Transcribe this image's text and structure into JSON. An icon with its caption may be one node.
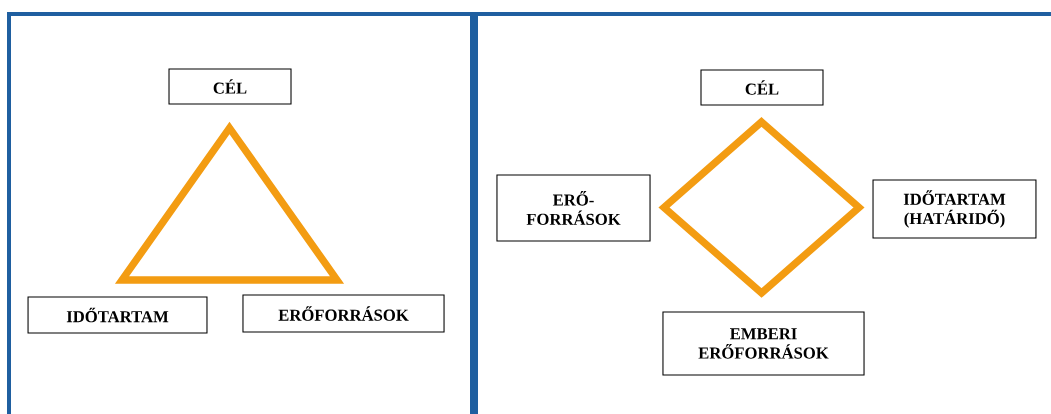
{
  "diagram": {
    "nodes": [
      {
        "text": [
          "CÉL"
        ]
      },
      {
        "text": [],
        "shape": "triangle"
      },
      {
        "text": [
          "IDŐTARTAM"
        ]
      },
      {
        "text": [
          "ERŐFORRÁSOK"
        ]
      },
      {
        "text": [
          "CÉL"
        ]
      },
      {
        "text": [
          "ERŐ- FORRÁSOK"
        ]
      },
      {
        "text": [],
        "shape": "diamond"
      },
      {
        "text": [
          "IDŐTARTAM (HATÁRIDŐ)"
        ]
      },
      {
        "text": [
          "EMBERI ERŐFORRÁSOK"
        ]
      }
    ]
  }
}
